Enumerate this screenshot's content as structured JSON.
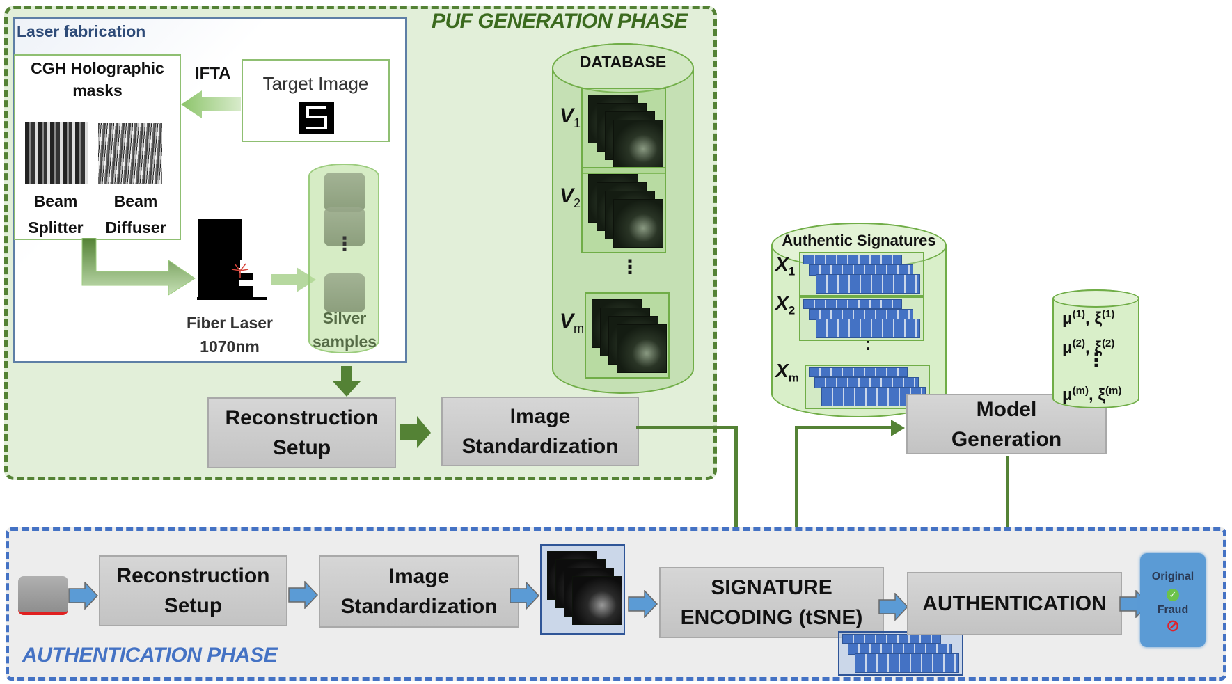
{
  "generation_phase": {
    "title": "PUF GENERATION PHASE",
    "laser_fabrication": {
      "title": "Laser fabrication",
      "cgh_masks": {
        "title_line1": "CGH Holographic",
        "title_line2": "masks",
        "mask1_line1": "Beam",
        "mask1_line2": "Splitter",
        "mask2_line1": "Beam",
        "mask2_line2": "Diffuser"
      },
      "ifta_label": "IFTA",
      "target_image_label": "Target Image",
      "target_glyph": "S",
      "fiber_laser_line1": "Fiber Laser",
      "fiber_laser_line2": "1070nm",
      "silver_line1": "Silver",
      "silver_line2": "samples",
      "ellipsis": "⋮"
    },
    "reconstruction_line1": "Reconstruction",
    "reconstruction_line2": "Setup",
    "image_std_line1": "Image",
    "image_std_line2": "Standardization",
    "database": {
      "title": "DATABASE",
      "entries": [
        {
          "label": "V",
          "sub": "1"
        },
        {
          "label": "V",
          "sub": "2"
        },
        {
          "label": "V",
          "sub": "m"
        }
      ],
      "ellipsis": "⋮"
    }
  },
  "signatures": {
    "title": "Authentic Signatures",
    "entries": [
      {
        "label": "X",
        "sub": "1"
      },
      {
        "label": "X",
        "sub": "2"
      },
      {
        "label": "X",
        "sub": "m"
      }
    ],
    "ellipsis": ":"
  },
  "model_generation": {
    "line1": "Model",
    "line2": "Generation"
  },
  "model_params": {
    "rows": [
      {
        "mu": "μ",
        "mu_sup": "(1)",
        "xi": "ξ",
        "xi_sup": "(1)"
      },
      {
        "mu": "μ",
        "mu_sup": "(2)",
        "xi": "ξ",
        "xi_sup": "(2)"
      },
      {
        "mu": "μ",
        "mu_sup": "(m)",
        "xi": "ξ",
        "xi_sup": "(m)"
      }
    ],
    "ellipsis": "⋮"
  },
  "authentication_phase": {
    "title": "AUTHENTICATION PHASE",
    "reconstruction_line1": "Reconstruction",
    "reconstruction_line2": "Setup",
    "image_std_line1": "Image",
    "image_std_line2": "Standardization",
    "signature_line1": "SIGNATURE",
    "signature_line2": "ENCODING (tSNE)",
    "authentication_label": "AUTHENTICATION",
    "result": {
      "original_label": "Original",
      "fraud_label": "Fraud",
      "original_icon": "✓",
      "fraud_icon": "⊘"
    }
  },
  "colors": {
    "generation_accent": "#548235",
    "authentication_accent": "#4472c4",
    "process_box": "#cfcfcf",
    "cylinder_fill": "#c5e0b4",
    "signature_blue": "#4472c4",
    "scroll_blue": "#5b9bd5"
  }
}
